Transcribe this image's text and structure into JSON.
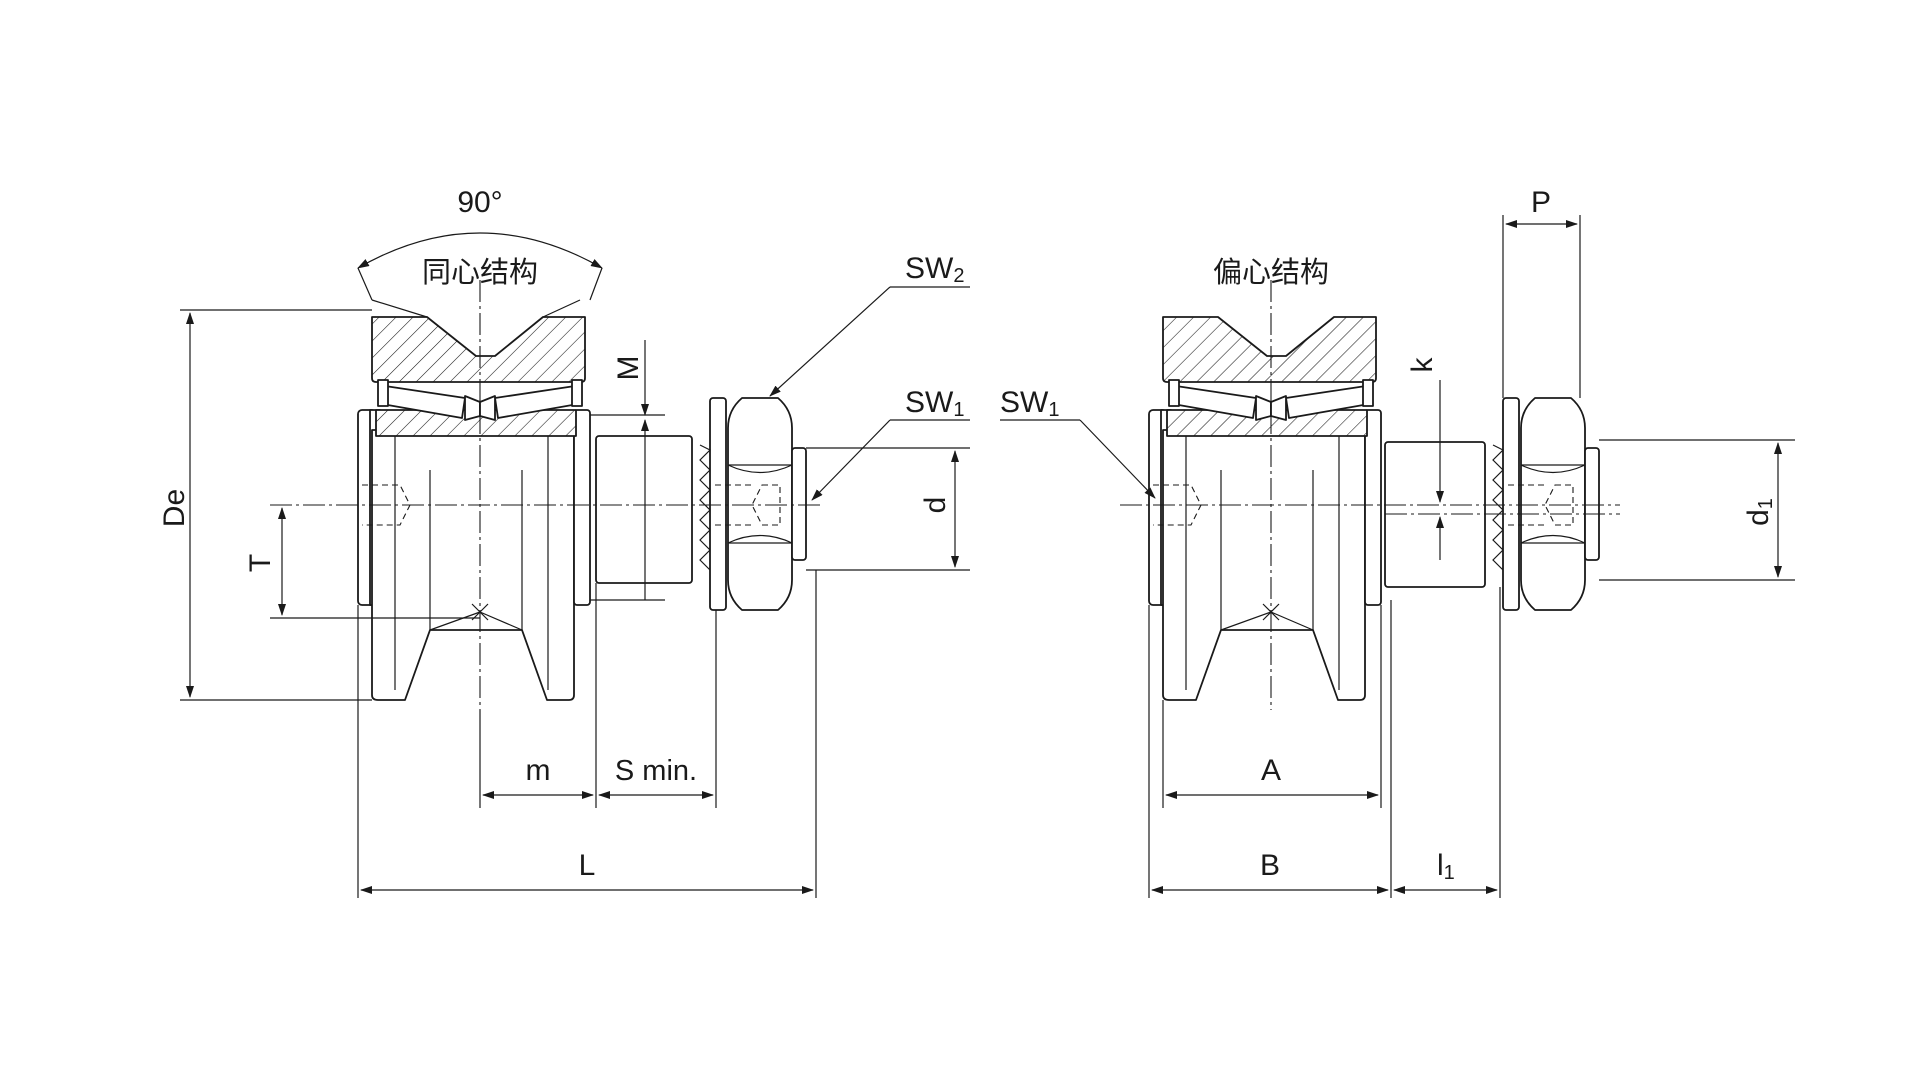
{
  "views": {
    "concentric": {
      "title": "同心结构",
      "angle": "90°",
      "sw2": {
        "base": "SW",
        "sub": "2"
      },
      "sw1": {
        "base": "SW",
        "sub": "1"
      },
      "dims": {
        "De": "De",
        "T": "T",
        "M": "M",
        "d": "d",
        "m": "m",
        "S": "S min.",
        "L": "L"
      }
    },
    "eccentric": {
      "title": "偏心结构",
      "sw1": {
        "base": "SW",
        "sub": "1"
      },
      "dims": {
        "P": "P",
        "k": "k",
        "d1_base": "d",
        "d1_sub": "1",
        "A": "A",
        "B": "B",
        "l1_base": "l",
        "l1_sub": "1"
      }
    }
  },
  "colors": {
    "line": "#1a1a1a",
    "background": "#ffffff"
  }
}
